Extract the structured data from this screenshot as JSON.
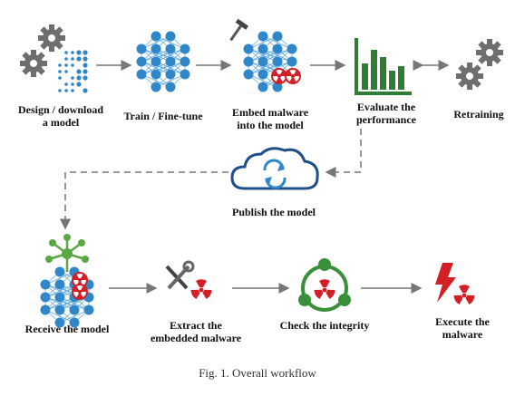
{
  "caption": "Fig. 1.  Overall workflow",
  "nodes": {
    "design": {
      "label_1": "Design / download",
      "label_2": "a model"
    },
    "train": {
      "label_1": "Train / Fine-tune"
    },
    "embed": {
      "label_1": "Embed malware",
      "label_2": "into the model"
    },
    "evaluate": {
      "label_1": "Evaluate the",
      "label_2": "performance"
    },
    "retrain": {
      "label_1": "Retraining"
    },
    "publish": {
      "label_1": "Publish the model"
    },
    "receive": {
      "label_1": "Receive the model"
    },
    "extract": {
      "label_1": "Extract the",
      "label_2": "embedded malware"
    },
    "check": {
      "label_1": "Check the integrity"
    },
    "execute": {
      "label_1": "Execute the",
      "label_2": "malware"
    }
  },
  "colors": {
    "network_blue": "#2f86c8",
    "network_edge": "#5aa6dc",
    "gear_gray": "#6e6e6e",
    "chart_green": "#2e7d32",
    "cycle_green": "#3a8f3a",
    "malware_red": "#d32027",
    "arrow_gray": "#777777"
  },
  "icons": [
    "gear-icon",
    "dot-matrix-icon",
    "neural-network-icon",
    "hammer-icon",
    "biohazard-icon",
    "bar-chart-icon",
    "cloud-sync-icon",
    "molecule-icon",
    "wrench-screwdriver-icon",
    "radiation-icon",
    "recycle-cycle-icon",
    "lightning-icon"
  ]
}
